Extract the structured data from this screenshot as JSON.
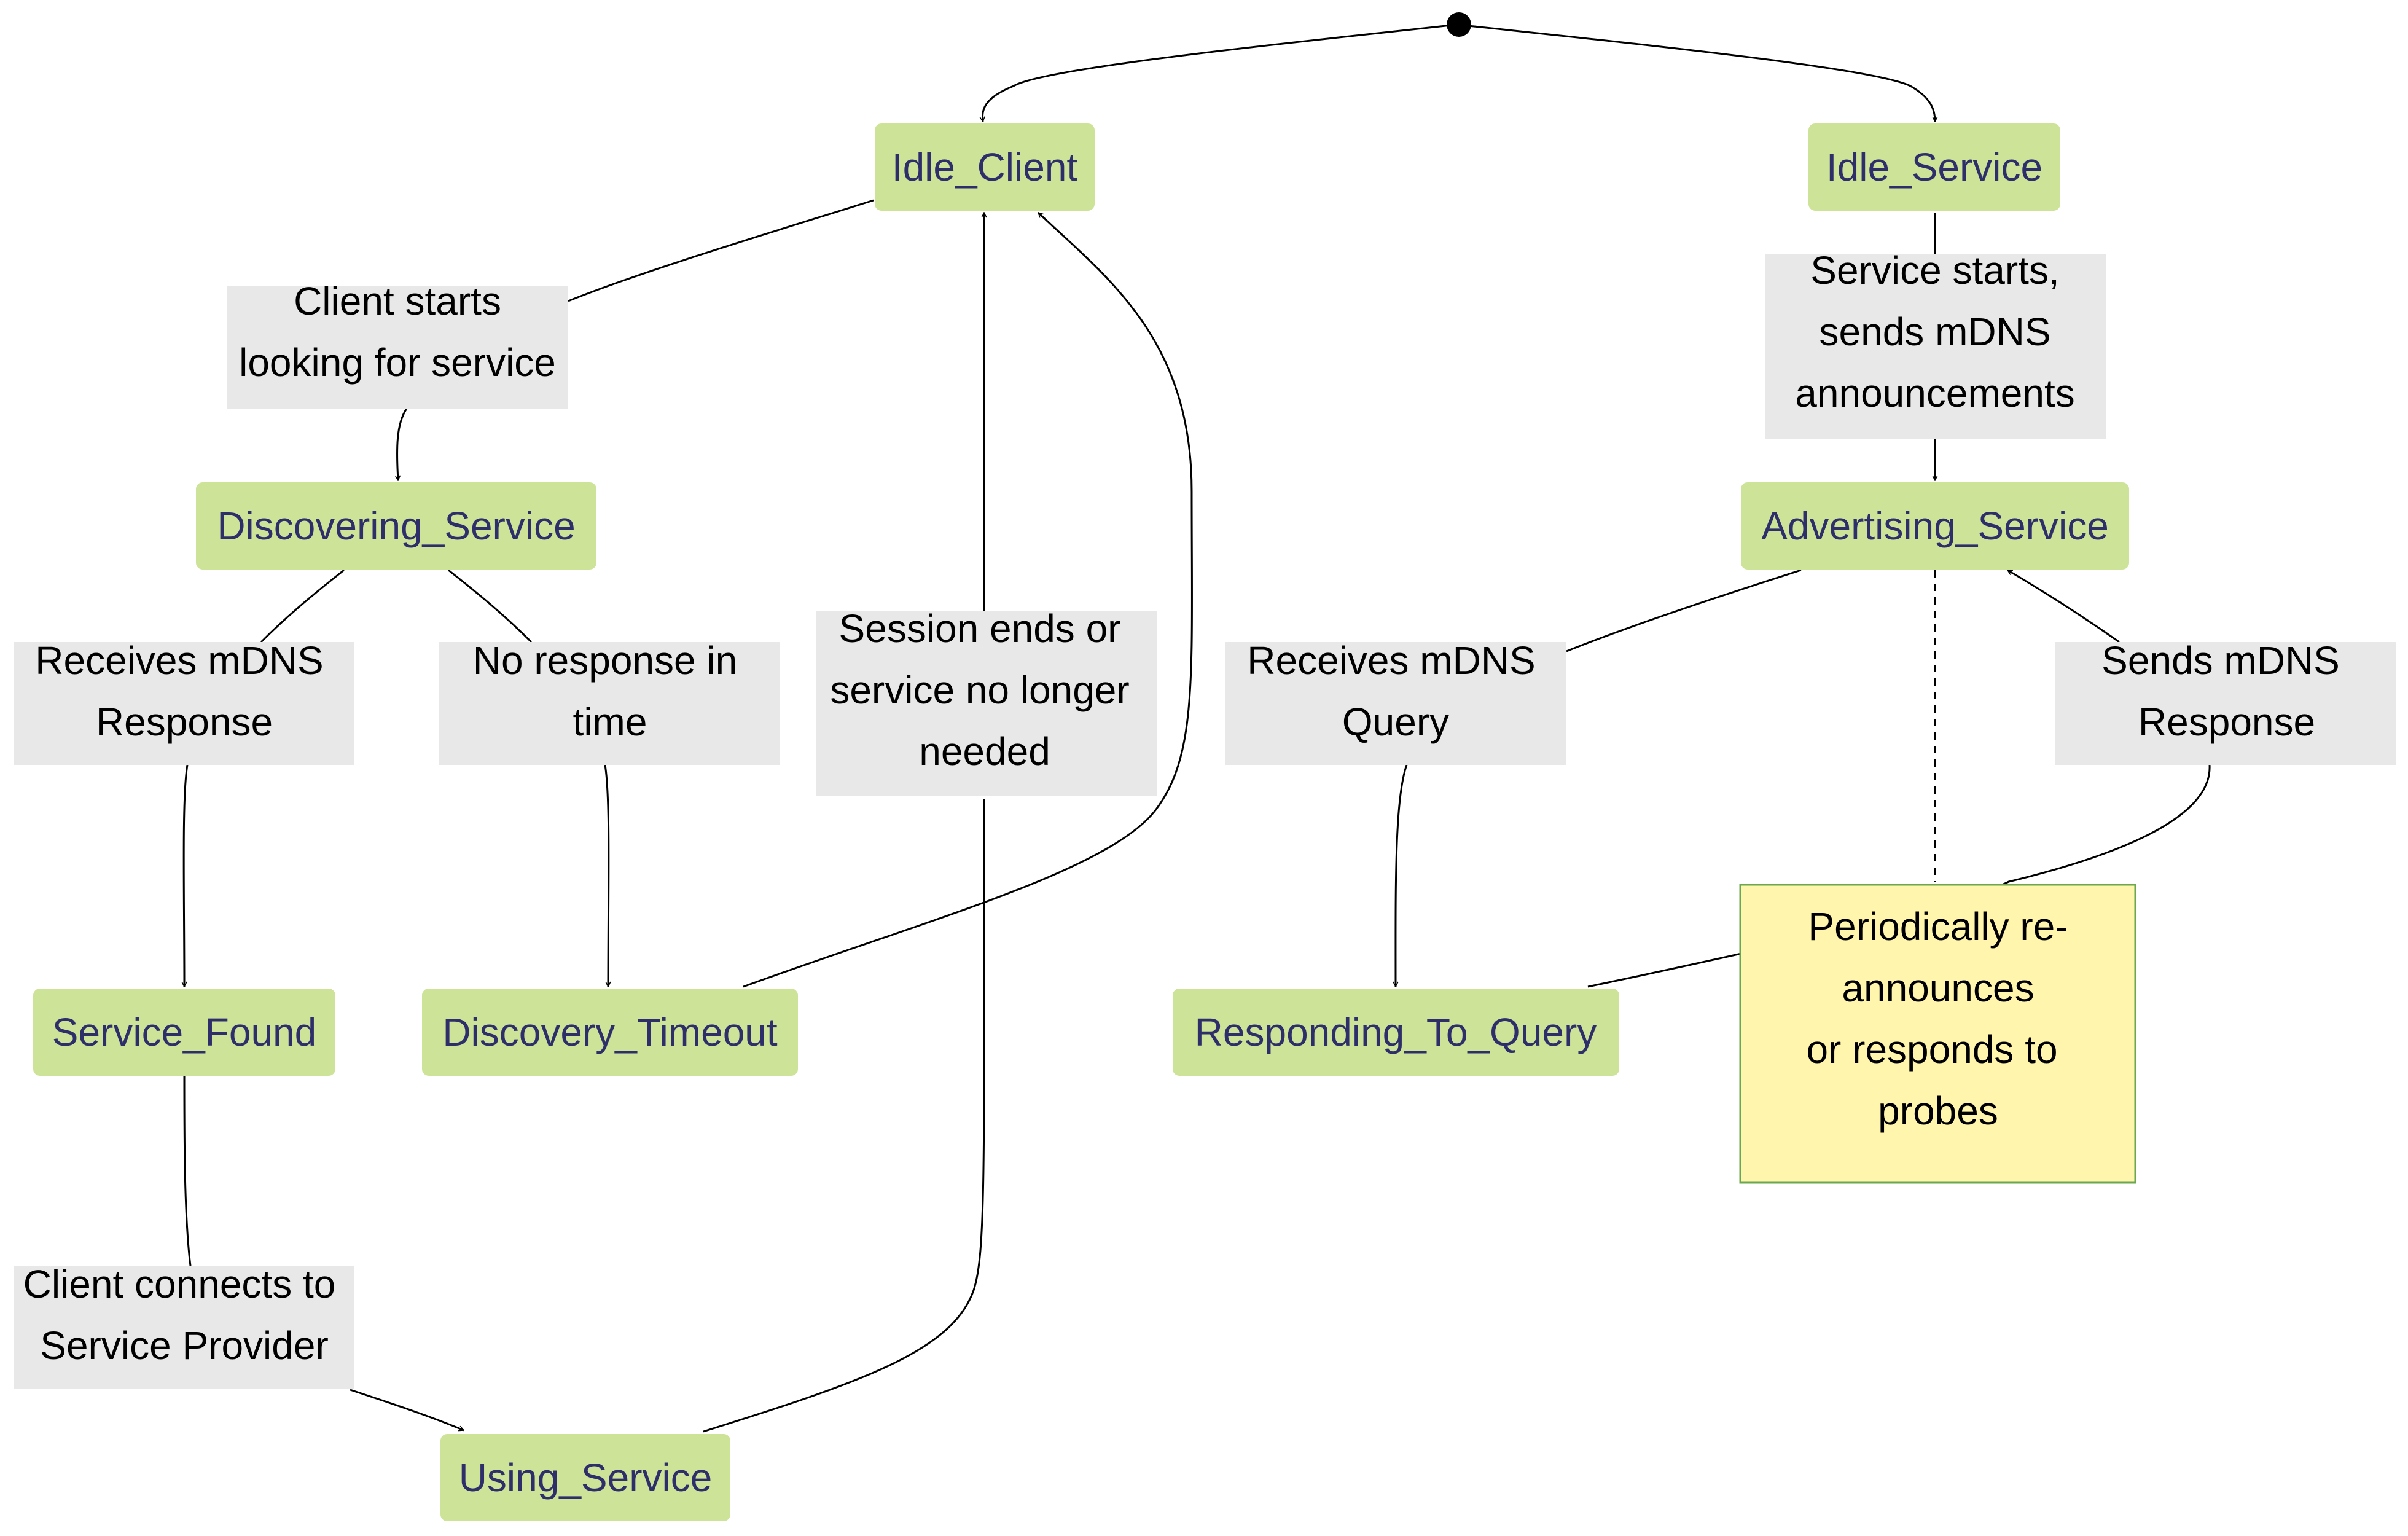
{
  "states": {
    "idle_client": "Idle_Client",
    "idle_service": "Idle_Service",
    "discovering_service": "Discovering_Service",
    "advertising_service": "Advertising_Service",
    "service_found": "Service_Found",
    "discovery_timeout": "Discovery_Timeout",
    "responding_to_query": "Responding_To_Query",
    "using_service": "Using_Service"
  },
  "transitions": {
    "client_starts": [
      "Client starts",
      "looking for service"
    ],
    "service_starts": [
      "Service starts,",
      "sends mDNS",
      "announcements"
    ],
    "receives_response": [
      "Receives mDNS",
      "Response"
    ],
    "no_response": [
      "No response in",
      "time"
    ],
    "session_ends": [
      "Session ends or",
      "service no longer",
      "needed"
    ],
    "receives_query": [
      "Receives mDNS",
      "Query"
    ],
    "sends_response": [
      "Sends mDNS",
      "Response"
    ],
    "client_connects": [
      "Client connects to",
      "Service Provider"
    ]
  },
  "note": [
    "Periodically re-",
    "announces",
    "or responds to",
    "probes"
  ],
  "colors": {
    "state_fill": "#cde498",
    "state_text": "#2e2e6b",
    "label_fill": "#e8e8e8",
    "note_fill": "#fff5ad",
    "note_border": "#6aa84f"
  }
}
